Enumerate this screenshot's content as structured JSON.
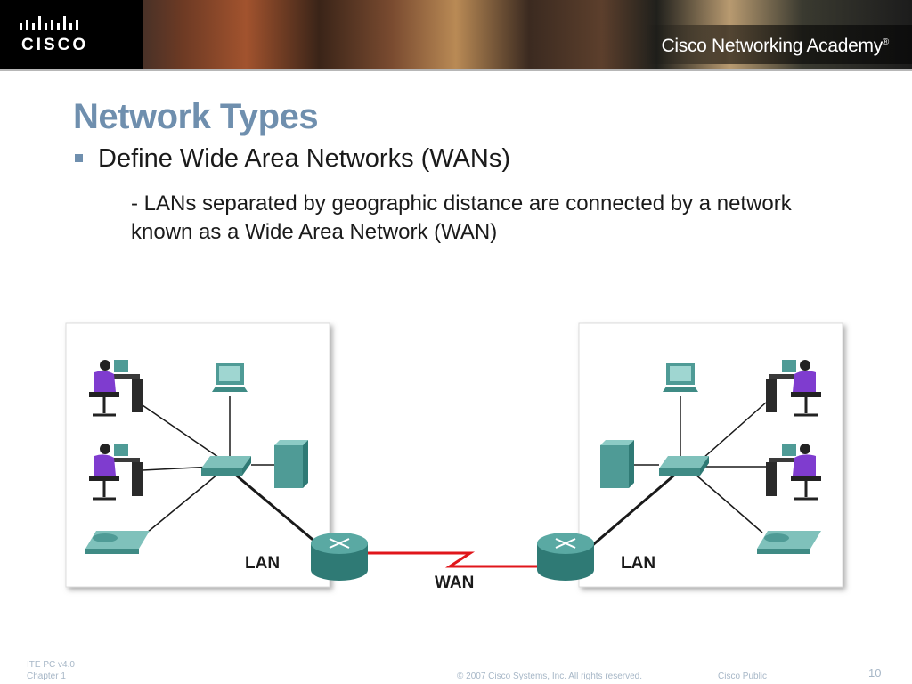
{
  "header": {
    "logo_text": "CISCO",
    "academy": "Cisco Networking Academy",
    "academy_mark": "®"
  },
  "slide": {
    "title": "Network Types",
    "bullet": "Define Wide Area Networks (WANs)",
    "sub_text": "- LANs separated by geographic distance are connected by a network known as a Wide Area Network (WAN)"
  },
  "diagram": {
    "left_lan_label": "LAN",
    "right_lan_label": "LAN",
    "wan_label": "WAN",
    "wan_link_color": "#e0161b",
    "device_color": "#4f9b96",
    "router_color": "#3f8b85",
    "person_color": "#7f3ccf"
  },
  "footer": {
    "line1": "ITE PC v4.0",
    "line2": "Chapter 1",
    "copyright": "© 2007 Cisco Systems, Inc. All rights reserved.",
    "classification": "Cisco Public",
    "page": "10"
  }
}
